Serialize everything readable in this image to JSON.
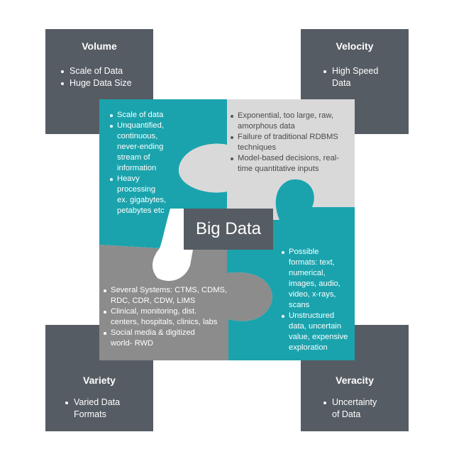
{
  "center_label": "Big Data",
  "corners": {
    "volume": {
      "title": "Volume",
      "items": [
        "Scale of Data",
        "Huge Data Size"
      ]
    },
    "velocity": {
      "title": "Velocity",
      "items": [
        "High Speed",
        "Data"
      ]
    },
    "variety": {
      "title": "Variety",
      "items": [
        "Varied Data",
        "Formats"
      ]
    },
    "veracity": {
      "title": "Veracity",
      "items": [
        "Uncertainty",
        "of Data"
      ]
    }
  },
  "pieces": {
    "top_left": {
      "items": [
        [
          "Scale of data"
        ],
        [
          "Unquantified,",
          "continuous,",
          "never-ending",
          "stream of",
          "information"
        ],
        [
          "Heavy",
          "processing",
          "ex. gigabytes,",
          "petabytes etc"
        ]
      ]
    },
    "top_right": {
      "items": [
        [
          "Exponential, too large, raw,",
          "amorphous data"
        ],
        [
          "Failure of traditional RDBMS",
          "techniques"
        ],
        [
          "Model-based decisions, real-",
          "time quantitative inputs"
        ]
      ]
    },
    "bottom_left": {
      "items": [
        [
          "Several Systems: CTMS, CDMS,",
          "RDC, CDR, CDW, LIMS"
        ],
        [
          "Clinical, monitoring, dist.",
          "centers, hospitals, clinics, labs"
        ],
        [
          "Social media & digitized",
          "world- RWD"
        ]
      ]
    },
    "bottom_right": {
      "items": [
        [
          "Possible",
          "formats: text,",
          "numerical,",
          "images, audio,",
          "video, x-rays,",
          "scans"
        ],
        [
          "Unstructured",
          "data, uncertain",
          "value, expensive",
          "exploration"
        ]
      ]
    }
  },
  "colors": {
    "teal": "#1aa3ad",
    "light_gray": "#d9d9d9",
    "mid_gray": "#8c8c8c",
    "dark_slate": "#565c63"
  }
}
